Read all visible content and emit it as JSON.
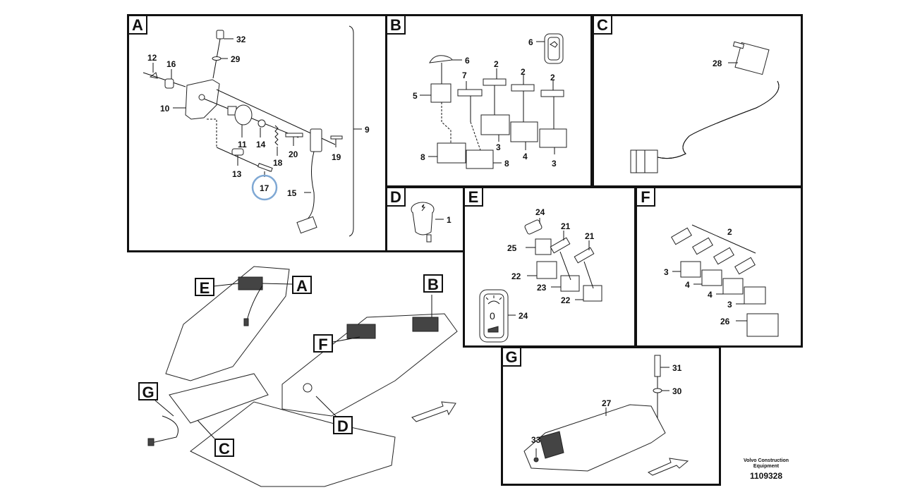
{
  "document": {
    "type": "Exploded parts diagram",
    "footer": {
      "brand_line1": "Volvo Construction",
      "brand_line2": "Equipment",
      "drawing_number": "1109328"
    }
  },
  "panels": {
    "A": {
      "letter": "A",
      "callouts": [
        "32",
        "29",
        "12",
        "16",
        "10",
        "11",
        "14",
        "18",
        "20",
        "19",
        "9",
        "13",
        "17",
        "15"
      ],
      "highlighted": "17"
    },
    "B": {
      "letter": "B",
      "callouts": [
        "6",
        "6",
        "5",
        "7",
        "2",
        "2",
        "2",
        "3",
        "4",
        "3",
        "8",
        "8"
      ]
    },
    "C": {
      "letter": "C",
      "callouts": [
        "28"
      ]
    },
    "D": {
      "letter": "D",
      "callouts": [
        "1"
      ]
    },
    "E": {
      "letter": "E",
      "callouts": [
        "24",
        "21",
        "21",
        "25",
        "22",
        "23",
        "22",
        "24"
      ],
      "switch_label": "0"
    },
    "F": {
      "letter": "F",
      "callouts": [
        "2",
        "3",
        "4",
        "4",
        "3",
        "26"
      ]
    },
    "G": {
      "letter": "G",
      "callouts": [
        "31",
        "30",
        "27",
        "33"
      ]
    }
  },
  "overview": {
    "tags": [
      "E",
      "A",
      "B",
      "F",
      "G",
      "D",
      "C"
    ]
  },
  "colors": {
    "line": "#111111",
    "highlight": "#7fa8d4",
    "background": "#ffffff"
  }
}
